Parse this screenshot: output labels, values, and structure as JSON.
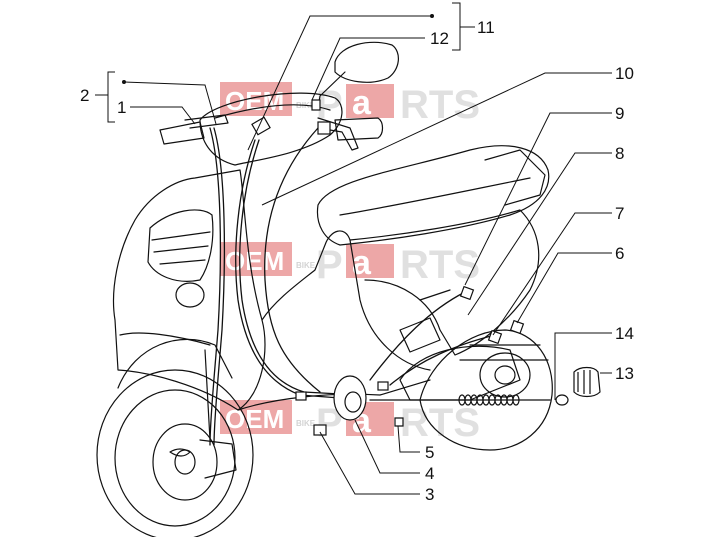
{
  "watermark": {
    "brand_left": "OEM",
    "brand_small": "BIKE",
    "brand_right_a": "P",
    "brand_right_b": "a",
    "brand_right_c": "RTS",
    "color_red": "#e06060",
    "color_grey": "#c8c8c8"
  },
  "callouts": {
    "c1": "1",
    "c2": "2",
    "c3": "3",
    "c4": "4",
    "c5": "5",
    "c6": "6",
    "c7": "7",
    "c8": "8",
    "c9": "9",
    "c10": "10",
    "c11": "11",
    "c12": "12",
    "c13": "13",
    "c14": "14"
  },
  "colors": {
    "line": "#111111",
    "paper": "#ffffff"
  }
}
